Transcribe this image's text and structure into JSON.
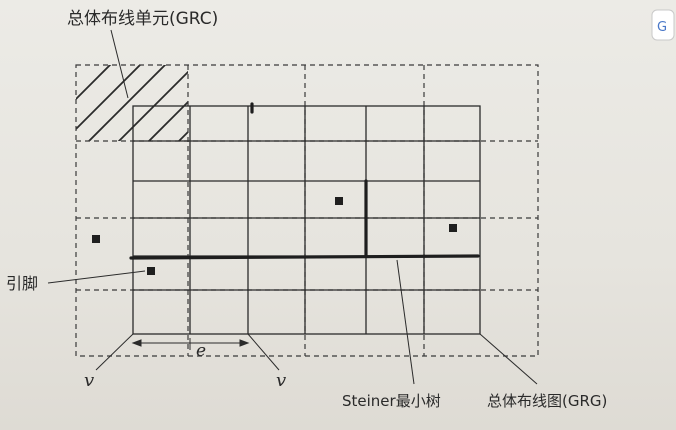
{
  "labels": {
    "grc_label": "总体布线单元(GRC)",
    "pin_label": "引脚",
    "steiner_label": "Steiner最小树",
    "grg_label": "总体布线图(GRG)",
    "v_left": "v",
    "v_right": "v",
    "edge_label": "e"
  },
  "icons": {
    "top_right_badge": "translate-icon"
  },
  "colors": {
    "line": "#2b2b2b",
    "dashed": "#3a3a3a",
    "pin": "#1f1f1f"
  }
}
